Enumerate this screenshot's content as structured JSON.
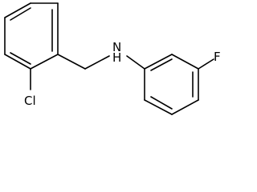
{
  "molecule": {
    "atom_labels": {
      "chlorine": "Cl",
      "amine": "N",
      "hydrogen": "H",
      "fluorine": "F"
    },
    "colors": {
      "bond": "#000000",
      "label": "#000000",
      "background": "#ffffff"
    }
  }
}
